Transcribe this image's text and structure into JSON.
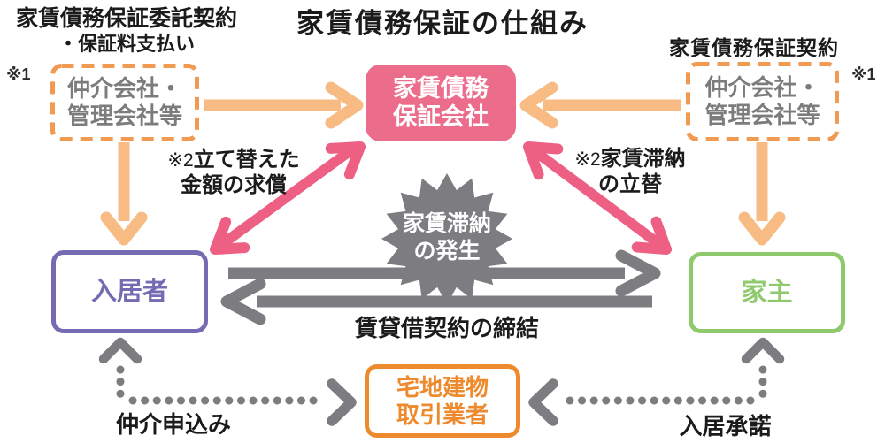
{
  "title": "家賃債務保証の仕組み",
  "left_agent": {
    "caption_line1": "家賃債務保証委託契約",
    "caption_line2": "・保証料支払い",
    "note": "※1",
    "line1": "仲介会社・",
    "line2": "管理会社等"
  },
  "right_agent": {
    "caption": "家賃債務保証契約",
    "note": "※1",
    "line1": "仲介会社・",
    "line2": "管理会社等"
  },
  "guarantor": {
    "line1": "家賃債務",
    "line2": "保証会社"
  },
  "tenant": {
    "label": "入居者"
  },
  "landlord": {
    "label": "家主"
  },
  "realtor": {
    "line1": "宅地建物",
    "line2": "取引業者"
  },
  "burst": {
    "line1": "家賃滞納",
    "line2": "の発生"
  },
  "flows": {
    "reimburse_note": "※2",
    "reimburse_line1": "立て替えた",
    "reimburse_line2": "金額の求償",
    "advance_note": "※2",
    "advance_line1": "家賃滞納",
    "advance_line2": "の立替",
    "lease": "賃貸借契約の締結",
    "apply": "仲介申込み",
    "consent": "入居承諾"
  },
  "colors": {
    "pink": "#ec6d8b",
    "pink_arrow": "#ee5f84",
    "orange_light": "#f8bb83",
    "orange_dashed": "#f09a52",
    "orange_strong": "#ee8a2e",
    "purple": "#746cb3",
    "green": "#8ec96c",
    "gray": "#7d7d81",
    "text_gray": "#7c7c7c",
    "black": "#1b1b1b"
  }
}
